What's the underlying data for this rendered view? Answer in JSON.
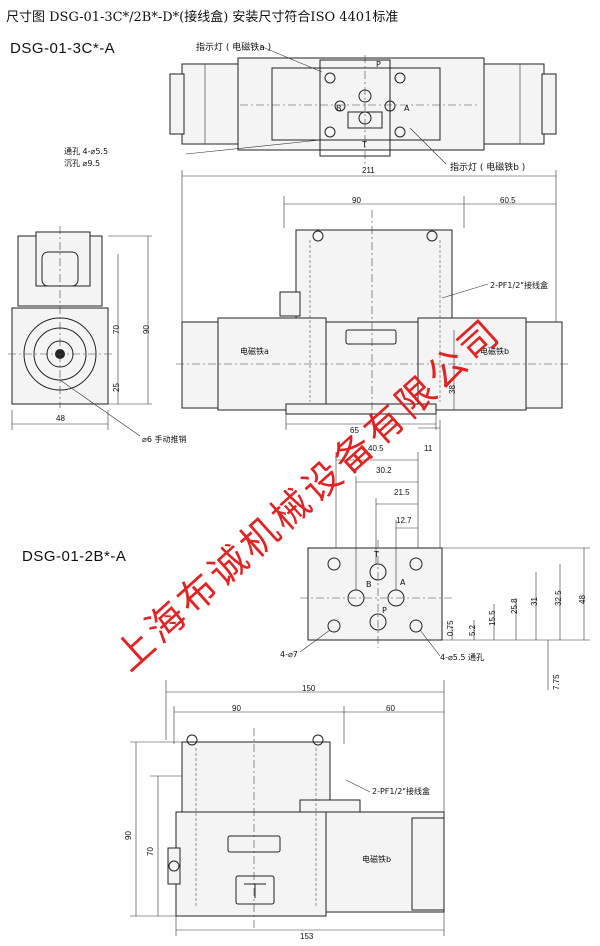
{
  "header": {
    "title": "尺寸图 DSG-01-3C*/2B*-D*(接线盒) 安装尺寸符合ISO 4401标准"
  },
  "models": {
    "model_3c": "DSG-01-3C*-A",
    "model_2b": "DSG-01-2B*-A"
  },
  "labels": {
    "indicator_a": "指示灯 ( 电磁铁a )",
    "indicator_b": "指示灯 ( 电磁铁b )",
    "through_hole": "通孔  4-⌀5.5",
    "counterbore": "沉孔  ⌀9.5",
    "manual_push": "⌀6 手动推销",
    "junction_box_1": "2-PF1/2\"接线盒",
    "junction_box_2": "2-PF1/2\"接线盒",
    "solenoid_a": "电磁铁a",
    "solenoid_b": "电磁铁b",
    "solenoid_b2": "电磁铁b",
    "port_p": "P",
    "port_t": "T",
    "port_a": "A",
    "port_b": "B",
    "mount_p": "P",
    "mount_t": "T",
    "mount_a": "A",
    "mount_b": "B",
    "o_ring": "4-⌀7",
    "mount_hole": "4-⌀5.5 通孔"
  },
  "dimensions": {
    "d211": "211",
    "d90a": "90",
    "d60_5": "60.5",
    "d70": "70",
    "d90v": "90",
    "d25": "25",
    "d48h": "48",
    "d38": "38",
    "d65": "65",
    "d40_5": "40.5",
    "d11": "11",
    "d30_2": "30.2",
    "d21_5": "21.5",
    "d12_7": "12.7",
    "d0_75": "0.75",
    "d5_2": "5.2",
    "d15_5": "15.5",
    "d25_8": "25.8",
    "d31": "31",
    "d32_5": "32.5",
    "d48v": "48",
    "d7_75": "7.75",
    "d150": "150",
    "d90b": "90",
    "d60": "60",
    "d90c": "90",
    "d70b": "70",
    "d153": "153"
  },
  "watermark": "上海布诚机械设备有限公司"
}
